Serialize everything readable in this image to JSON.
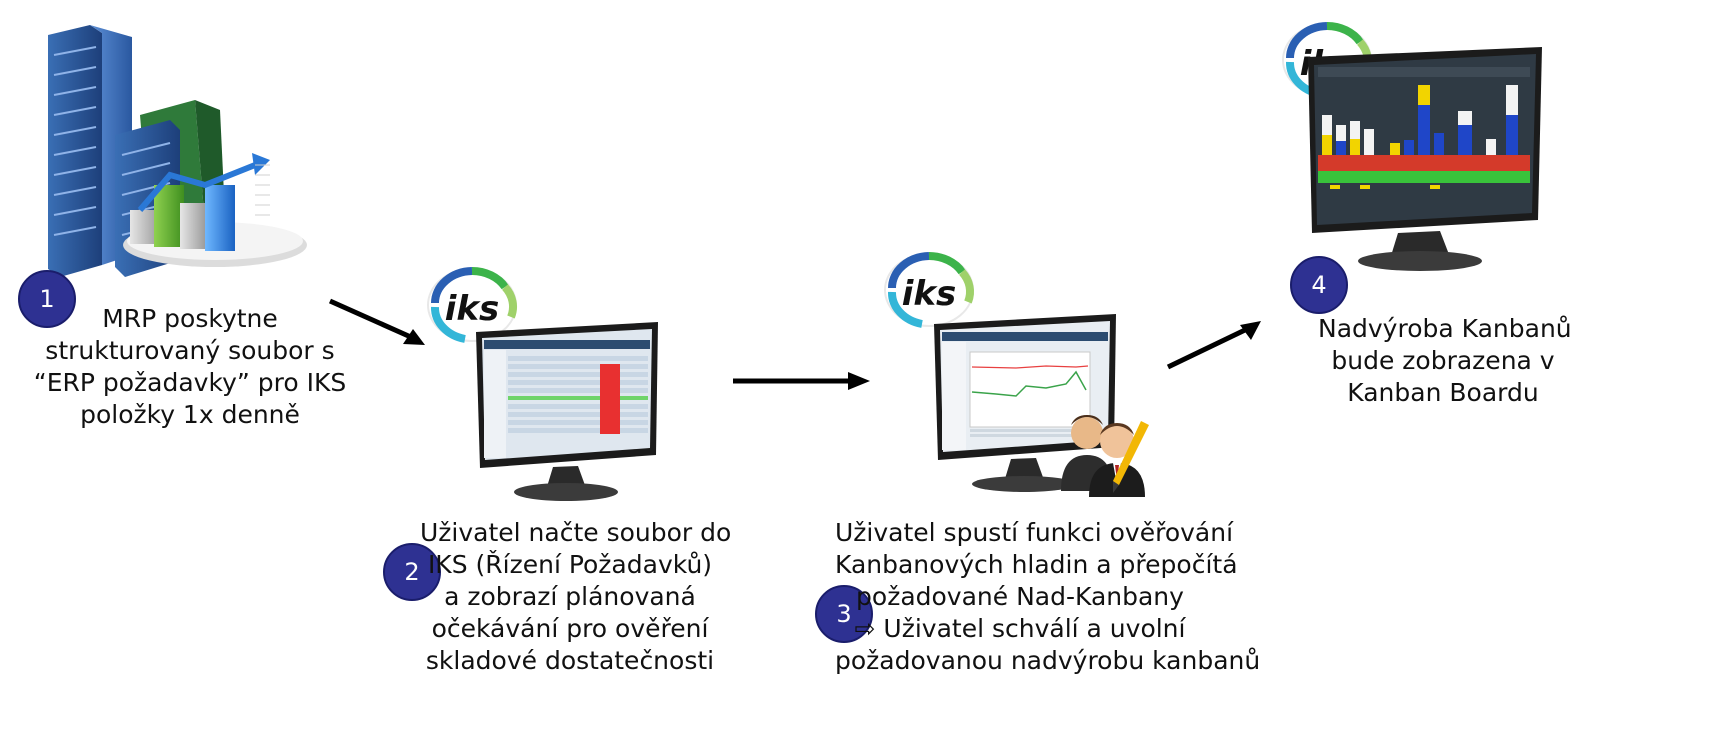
{
  "logo_text": "iks",
  "steps": [
    {
      "number": "1",
      "lines": [
        "MRP poskytne",
        "strukturovaný soubor s",
        "“ERP požadavky” pro IKS",
        "položky 1x denně"
      ]
    },
    {
      "number": "2",
      "lines": [
        "Uživatel načte soubor do",
        "IKS (Řízení Požadavků)",
        "a zobrazí plánovaná",
        "očekávání pro ověření",
        "skladové dostatečnosti"
      ]
    },
    {
      "number": "3",
      "lines": [
        "Uživatel spustí funkci ověřování",
        "Kanbanových hladin a přepočítá",
        "požadované Nad-Kanbany",
        "⇨ Uživatel schválí a uvolní",
        "požadovanou nadvýrobu kanbanů"
      ]
    },
    {
      "number": "4",
      "lines": [
        "Nadvýroba Kanbanů",
        "bude zobrazena v",
        "Kanban Boardu"
      ]
    }
  ]
}
